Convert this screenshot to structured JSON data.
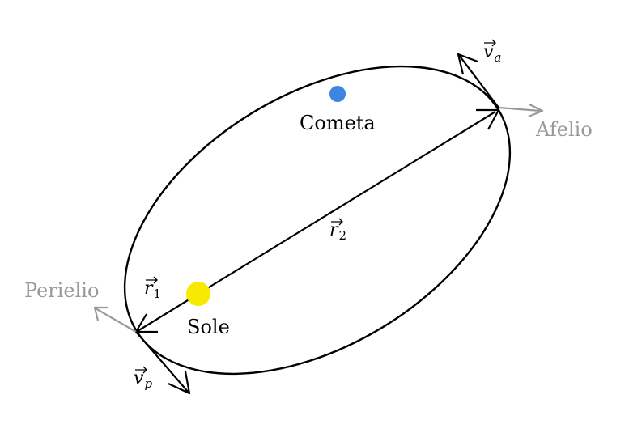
{
  "labels": {
    "comet": "Cometa",
    "sun": "Sole",
    "aphelion": "Afelio",
    "perihelion": "Perielio"
  },
  "vectors": {
    "r1": {
      "symbol": "r",
      "sub": "1"
    },
    "r2": {
      "symbol": "r",
      "sub": "2"
    },
    "va": {
      "symbol": "v",
      "sub": "a"
    },
    "vp": {
      "symbol": "v",
      "sub": "p"
    }
  },
  "colors": {
    "orbit": "#000000",
    "sun": "#f7ea00",
    "comet": "#3a86e0",
    "apsis_arrow": "#999999",
    "apsis_label": "#999999"
  }
}
